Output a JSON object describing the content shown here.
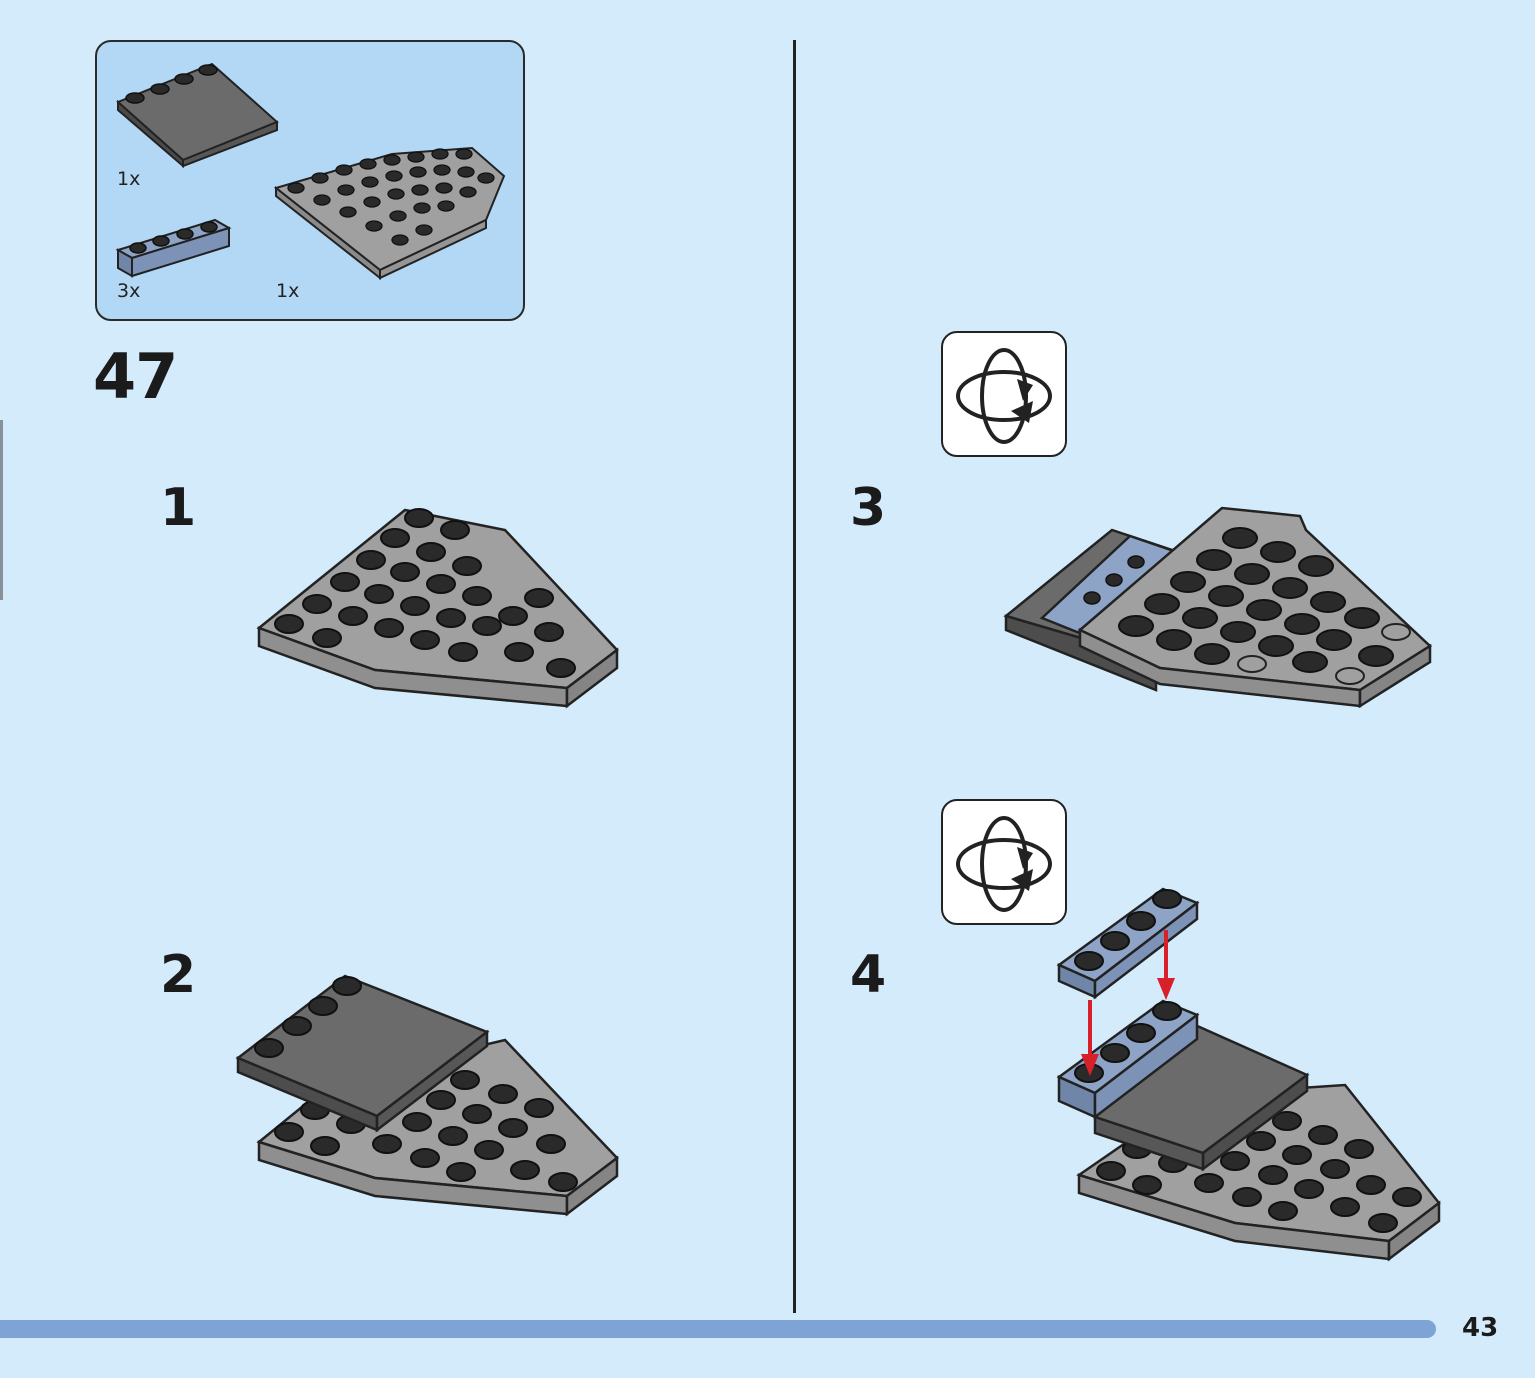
{
  "parts": [
    {
      "count": "1x",
      "name": "dark-gray-plate-4x4"
    },
    {
      "count": "1x",
      "name": "light-gray-wedge-plate"
    },
    {
      "count": "3x",
      "name": "blue-gray-plate-1x4"
    }
  ],
  "step": {
    "number": "47"
  },
  "substeps": [
    {
      "label": "1"
    },
    {
      "label": "2"
    },
    {
      "label": "3"
    },
    {
      "label": "4"
    }
  ],
  "page": {
    "number": "43"
  },
  "icons": {
    "rotate": "rotate-model-icon",
    "arrow": "red-down-arrow-icon"
  },
  "colors": {
    "background": "#d4ebfb",
    "parts_box": "#b3d8f6",
    "light_gray": "#a0a0a0",
    "dark_gray": "#6b6b6b",
    "blue_gray": "#8ea4c6",
    "stud": "#2a2a2a",
    "arrow": "#d8202a",
    "progress": "#7ea3d5"
  }
}
